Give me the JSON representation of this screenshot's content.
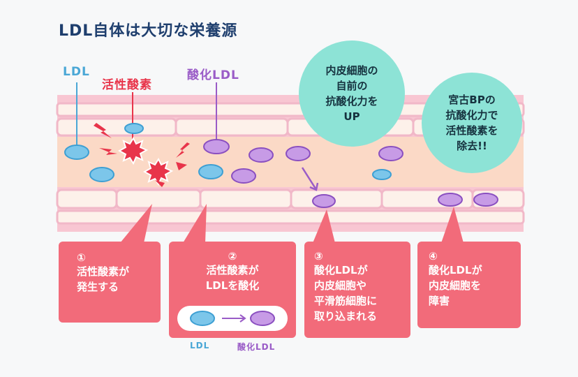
{
  "title": "LDL自体は大切な栄養源",
  "labels": {
    "ldl": "LDL",
    "ros": "活性酸素",
    "oxidized_ldl": "酸化LDL"
  },
  "bubbles": [
    {
      "lines": [
        "内皮細胞の",
        "自前の",
        "抗酸化力を",
        "UP"
      ]
    },
    {
      "lines": [
        "宮古BPの",
        "抗酸化力で",
        "活性酸素を",
        "除去!!"
      ]
    }
  ],
  "steps": [
    {
      "num": "①",
      "lines": [
        "活性酸素が",
        "発生する"
      ]
    },
    {
      "num": "②",
      "lines": [
        "活性酸素が",
        "LDLを酸化"
      ],
      "legend_from": "LDL",
      "legend_to": "酸化LDL"
    },
    {
      "num": "③",
      "lines": [
        "酸化LDLが",
        "内皮細胞や",
        "平滑筋細胞に",
        "取り込まれる"
      ]
    },
    {
      "num": "④",
      "lines": [
        "酸化LDLが",
        "内皮細胞を",
        "障害"
      ]
    }
  ],
  "colors": {
    "title": "#1f3f6e",
    "ldl": "#4aa7d6",
    "ros": "#e8344a",
    "oxidized_ldl": "#9a5cc7",
    "bubble": "#8de3d6",
    "step_box": "#f26b7a",
    "vessel": "#fbd9c6",
    "vessel_border": "#f1b8c8"
  }
}
